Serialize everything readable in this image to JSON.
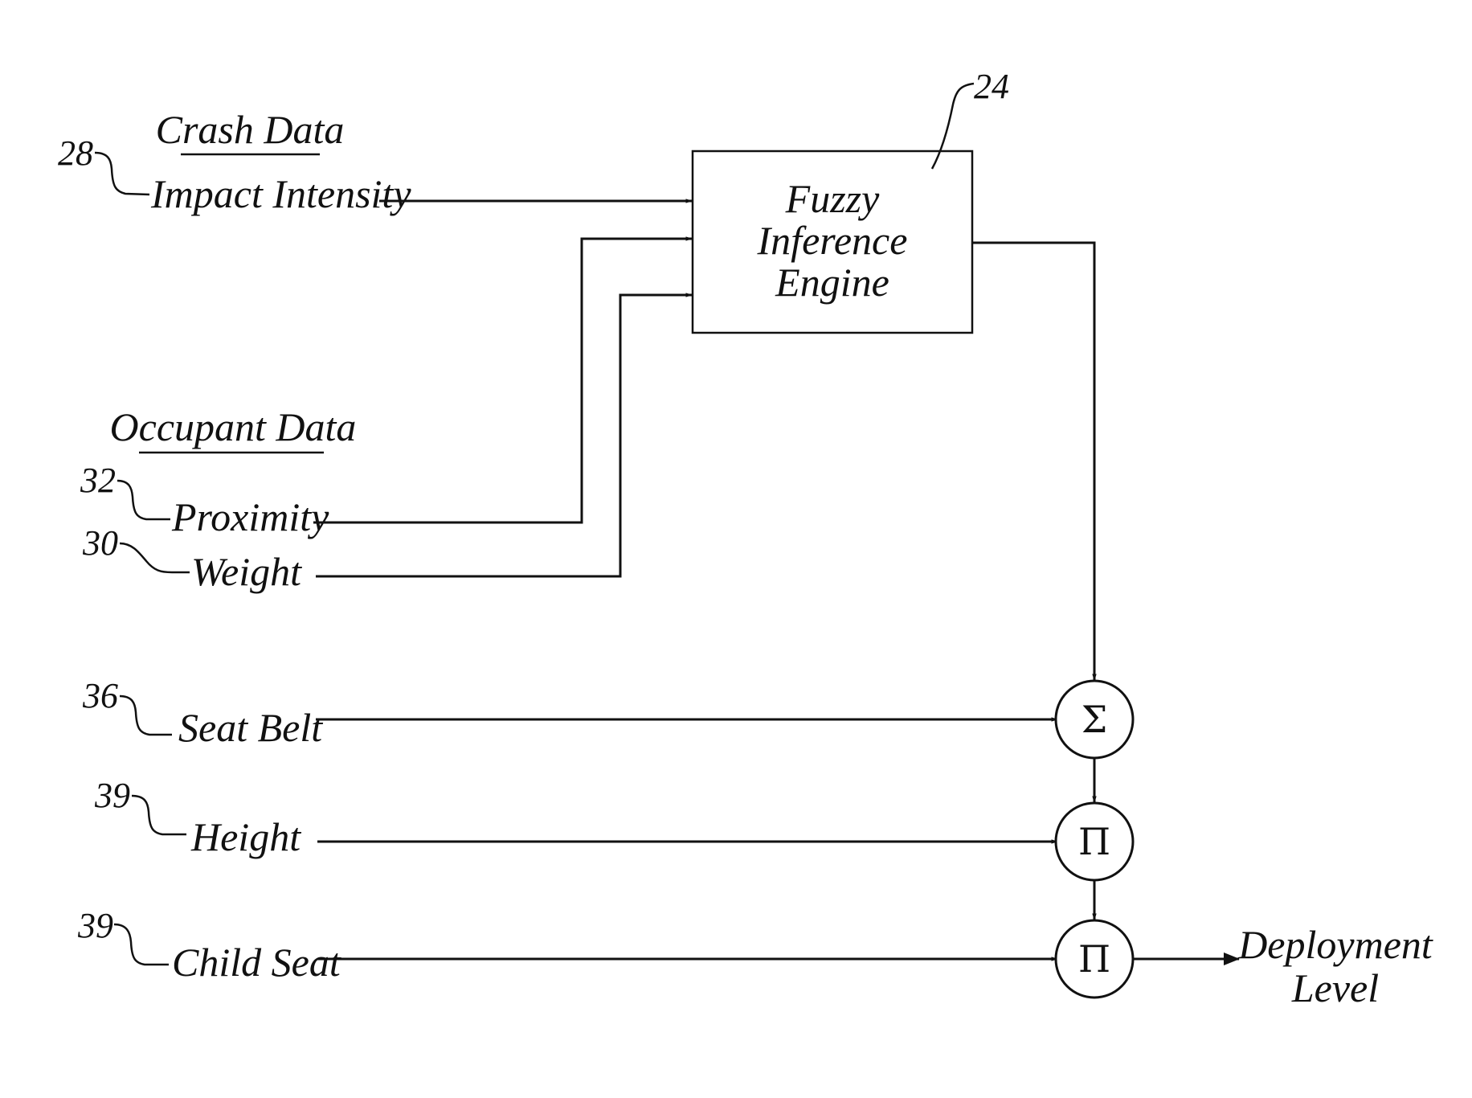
{
  "groups": {
    "crash": "Crash Data",
    "occupant": "Occupant Data"
  },
  "engine": {
    "ref": "24",
    "line1": "Fuzzy",
    "line2": "Inference",
    "line3": "Engine"
  },
  "inputs": {
    "impact": {
      "ref": "28",
      "label": "Impact Intensity"
    },
    "proximity": {
      "ref": "32",
      "label": "Proximity"
    },
    "weight": {
      "ref": "30",
      "label": "Weight"
    },
    "seatbelt": {
      "ref": "36",
      "label": "Seat Belt"
    },
    "height": {
      "ref": "39",
      "label": "Height"
    },
    "childseat": {
      "ref": "39",
      "label": "Child Seat"
    }
  },
  "nodes": {
    "sum": "Σ",
    "product1": "Π",
    "product2": "Π"
  },
  "output": {
    "line1": "Deployment",
    "line2": "Level"
  }
}
